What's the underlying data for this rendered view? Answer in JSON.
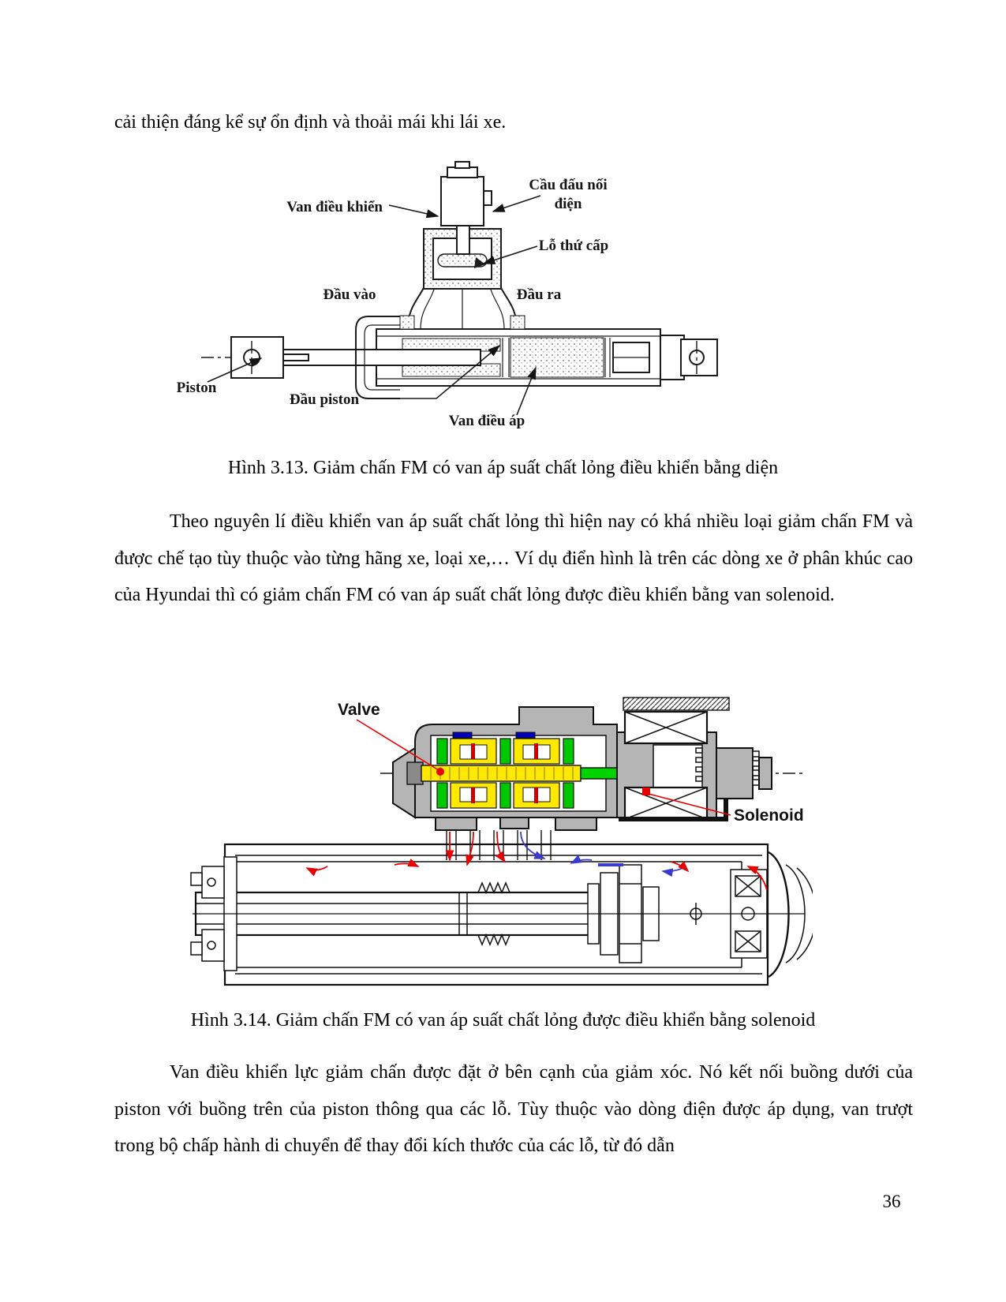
{
  "page": {
    "number": "36"
  },
  "content": {
    "intro_line": "cải thiện đáng kể sự ổn định và thoải mái khi lái xe.",
    "paragraph1": "Theo nguyên lí điều khiển van áp suất chất lỏng thì hiện nay có khá nhiều loại giảm chấn FM và được chế tạo tùy thuộc vào từng hãng xe, loại xe,…  Ví dụ điển hình là trên các dòng xe ở phân khúc cao của Hyundai thì có giảm chấn FM có van áp suất chất lỏng được điều khiển bằng van solenoid.",
    "paragraph2": "Van điều khiển lực giảm chấn được đặt ở bên cạnh của giảm xóc. Nó kết nối buồng dưới của piston với buồng trên của piston thông qua các lỗ. Tùy thuộc vào dòng điện được áp dụng, van trượt trong bộ chấp hành di chuyển để thay đổi kích thước của các lỗ, từ đó dẫn"
  },
  "figure1": {
    "caption": "Hình 3.13. Giảm chấn FM có van áp suất chất lỏng điều khiển bằng diện",
    "labels": {
      "control_valve": "Van điều khiển",
      "terminal_lines": [
        "Cầu đấu nối",
        "điện"
      ],
      "secondary_hole": "Lỗ thứ cấp",
      "inlet": "Đầu vào",
      "outlet": "Đầu ra",
      "piston": "Piston",
      "piston_head": "Đầu piston",
      "pressure_valve": "Van điều áp"
    }
  },
  "figure2": {
    "caption": "Hình 3.14. Giảm chấn FM có van áp suất chất lỏng được điều khiển bằng solenoid",
    "labels": {
      "valve": "Valve",
      "solenoid": "Solenoid"
    },
    "colors": {
      "body_gray": "#b5b5b5",
      "component_green": "#00c800",
      "component_yellow": "#ffe900",
      "seal_blue": "#0000b4",
      "rod_green": "#00d400",
      "flow_red": "#e80000",
      "flow_blue": "#3a3acc"
    }
  }
}
